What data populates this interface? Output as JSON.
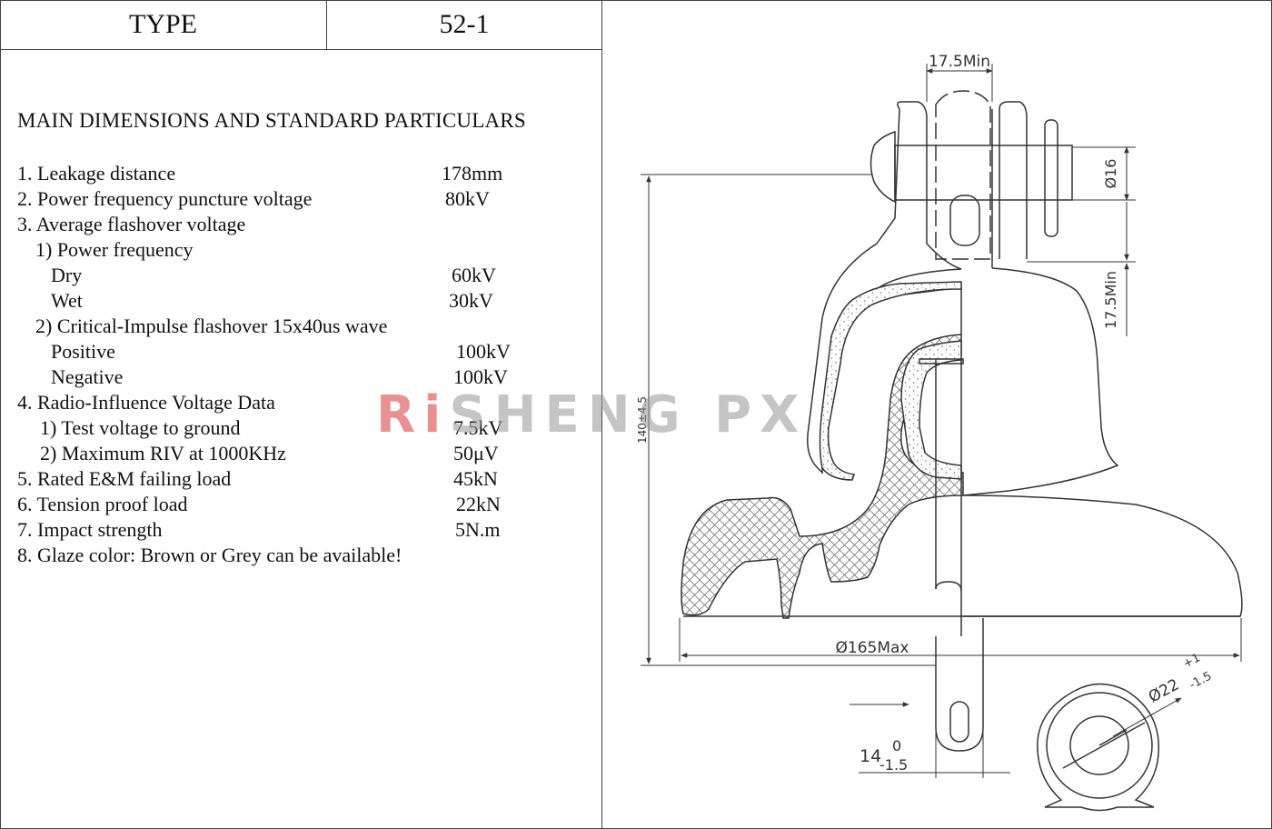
{
  "header": {
    "type_label": "TYPE",
    "type_value": "52-1"
  },
  "section_title": "MAIN DIMENSIONS AND STANDARD PARTICULARS",
  "specs": [
    {
      "label": "1. Leakage distance",
      "value": "178mm"
    },
    {
      "label": "2. Power frequency puncture voltage",
      "value": "80kV"
    },
    {
      "label": "3. Average flashover voltage",
      "value": ""
    },
    {
      "label": "1) Power frequency",
      "value": ""
    },
    {
      "label": "Dry",
      "value": "60kV"
    },
    {
      "label": "Wet",
      "value": "30kV"
    },
    {
      "label": "2) Critical-Impulse flashover 15x40us wave",
      "value": ""
    },
    {
      "label": "Positive",
      "value": "100kV"
    },
    {
      "label": "Negative",
      "value": "100kV"
    },
    {
      "label": "4. Radio-Influence Voltage Data",
      "value": ""
    },
    {
      "label": "1) Test voltage to ground",
      "value": "7.5kV"
    },
    {
      "label": "2) Maximum RIV at 1000KHz",
      "value": "50μV"
    },
    {
      "label": "5. Rated E&M failing load",
      "value": "45kN"
    },
    {
      "label": "6. Tension proof load",
      "value": "22kN"
    },
    {
      "label": "7. Impact strength",
      "value": "5N.m"
    },
    {
      "label": "8.  Glaze color: Brown or Grey can be available!",
      "value": ""
    }
  ],
  "watermark": {
    "prefix": "Ri",
    "rest": "SHENG PX"
  },
  "drawing": {
    "dim_top_width": "17.5Min",
    "dim_pin_diameter": "Ø16",
    "dim_side_gap": "17.5Min",
    "dim_height": "140±4.5",
    "dim_shed_diameter": "Ø165Max",
    "dim_eye_width_base": "14",
    "dim_eye_width_upper": "0",
    "dim_eye_width_lower": "-1.5",
    "dim_socket_base": "Ø22",
    "dim_socket_upper": "+1",
    "dim_socket_lower": "-1.5"
  }
}
